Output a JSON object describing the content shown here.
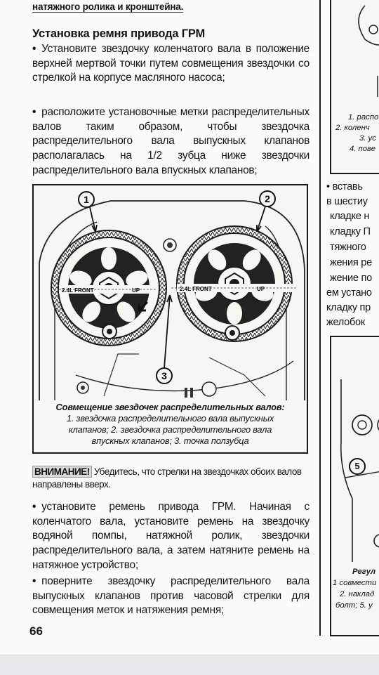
{
  "top_line": "натяжного ролика и кронштейна.",
  "section_title": "Установка ремня привода ГРМ",
  "bullet": "•",
  "paragraphs": [
    "Установите звездочку коленчатого вала в положение верхней мертвой точки путем совмещения звездочки со стрелкой на корпусе масляного насоса;",
    "расположите установочные метки распределительных валов таким образом, чтобы звездочка распределительного вала выпускных клапанов располагалась на 1/2 зубца ниже звездочки распределительного вала впускных клапанов;",
    "установите ремень привода ГРМ. Начиная с коленчатого вала, установите ремень на звездочку водяной помпы, натяжной ролик, звездочки распределительного вала, а затем натяните ремень на натяжное устройство;",
    "поверните звездочку распределительного вала выпускных клапанов против часовой стрелки для совмещения меток и натяжения ремня;"
  ],
  "figure": {
    "callouts": [
      "1",
      "2",
      "3"
    ],
    "gear_marks": {
      "left_front": "2.4L FRONT",
      "left_up": "UP",
      "right_front": "2.4L FRONT",
      "right_up": "UP"
    },
    "caption_title": "Совмещение звездочек распределительных валов:",
    "caption_lines": [
      "1. звездочка распределительного вала выпускных",
      "клапанов; 2. звездочка распределительного вала",
      "впускных клапанов; 3. точка ползубца"
    ]
  },
  "attention": {
    "label": "ВНИМАНИЕ!",
    "text": " Убедитесь, что стрелки на звездочках обоих валов направлены вверх."
  },
  "page_number": "66",
  "right_column": {
    "top_caption": [
      "1. распо",
      "2. коленч",
      "3. ус",
      "4. пове"
    ],
    "text_lines": [
      "•  вставь",
      "в шестиу",
      "кладке н",
      "кладку П",
      "тяжного",
      "жения ре",
      "жение по",
      "ем устано",
      "кладку пр",
      "желобок"
    ],
    "bottom_callout": "5",
    "bottom_caption": [
      "Регул",
      "1 совмести",
      "2. наклад",
      "болт; 5. у"
    ]
  }
}
